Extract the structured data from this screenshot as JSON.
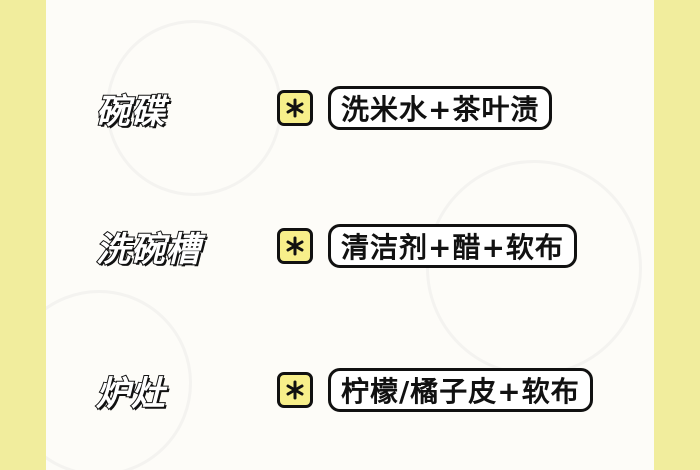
{
  "colors": {
    "side_band": "#f1ed9d",
    "card_bg": "#fdfcf8",
    "star_box_bg": "#f7ef8a",
    "outline": "#111111"
  },
  "icons": {
    "tip_marker": "asterisk-icon"
  },
  "rows": [
    {
      "label": "碗碟",
      "tip": "洗米水+茶叶渍"
    },
    {
      "label": "洗碗槽",
      "tip": "清洁剂+醋+软布"
    },
    {
      "label": "炉灶",
      "tip": "柠檬/橘子皮+软布"
    }
  ]
}
